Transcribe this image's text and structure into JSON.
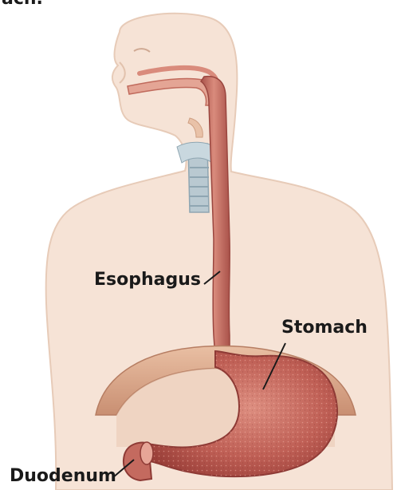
{
  "caption": "ach.",
  "labels": {
    "esophagus": "Esophagus",
    "stomach": "Stomach",
    "duodenum": "Duodenum"
  },
  "colors": {
    "skin": "#f6e3d6",
    "skin_outline": "#e7cbb8",
    "esophagus": "#c06a5c",
    "esophagus_light": "#e4a595",
    "stomach": "#b04f47",
    "stomach_light": "#d98578",
    "diaphragm": "#d9a68a",
    "trachea": "#a9bcc6",
    "leader_line": "#1a1a1a"
  }
}
